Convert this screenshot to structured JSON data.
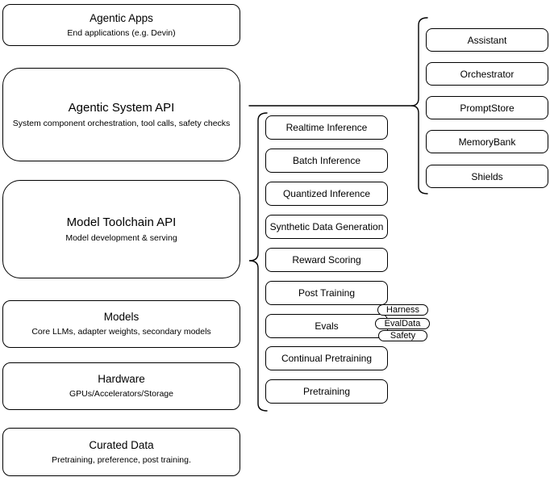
{
  "diagram": {
    "left_boxes": [
      {
        "title": "Agentic Apps",
        "subtitle": "End applications (e.g. Devin)"
      },
      {
        "title": "Agentic System API",
        "subtitle": "System component orchestration, tool calls, safety checks"
      },
      {
        "title": "Model Toolchain API",
        "subtitle": "Model development & serving"
      },
      {
        "title": "Models",
        "subtitle": "Core LLMs, adapter weights, secondary models"
      },
      {
        "title": "Hardware",
        "subtitle": "GPUs/Accelerators/Storage"
      },
      {
        "title": "Curated Data",
        "subtitle": "Pretraining, preference, post training."
      }
    ],
    "toolchain_services": [
      "Realtime Inference",
      "Batch Inference",
      "Quantized Inference",
      "Synthetic Data Generation",
      "Reward Scoring",
      "Post Training",
      "Evals",
      "Continual Pretraining",
      "Pretraining"
    ],
    "eval_tags": [
      "Harness",
      "EvalData",
      "Safety"
    ],
    "system_components": [
      "Assistant",
      "Orchestrator",
      "PromptStore",
      "MemoryBank",
      "Shields"
    ],
    "colors": {
      "stroke": "#000000",
      "background": "#ffffff",
      "text": "#000000"
    }
  }
}
